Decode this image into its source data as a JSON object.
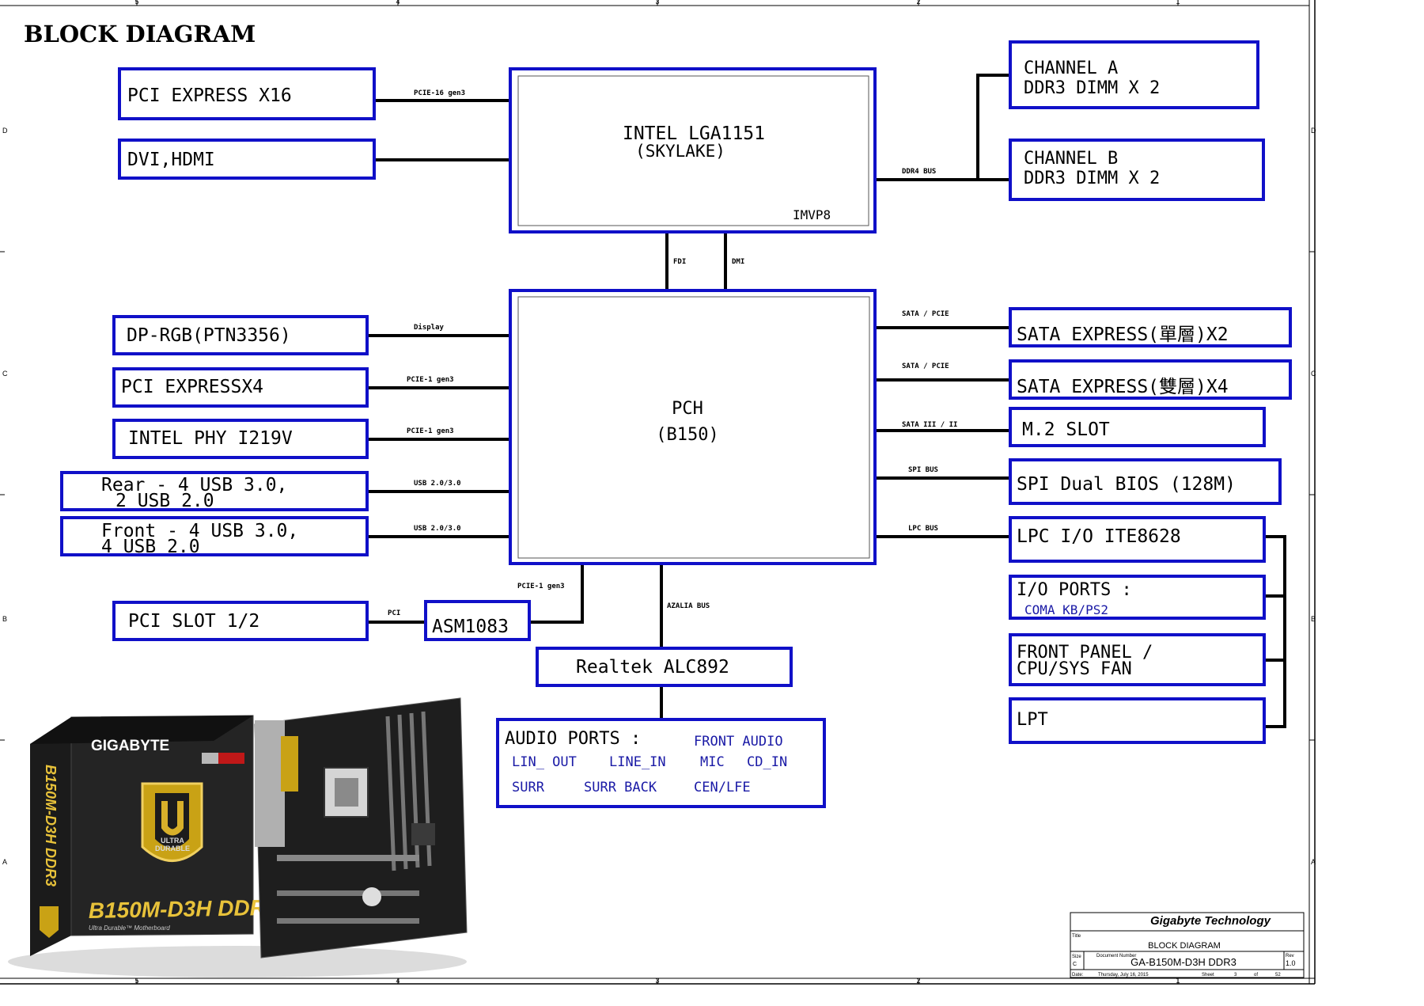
{
  "title": "BLOCK DIAGRAM",
  "colors": {
    "box_border": "#1010c8",
    "wire": "#000000",
    "accent_text": "#1a1aa6"
  },
  "cpu": {
    "name": "INTEL LGA1151",
    "codename": "(SKYLAKE)",
    "vr": "IMVP8"
  },
  "pch": {
    "name": "PCH",
    "model": "(B150)"
  },
  "left_top": {
    "pcie16": "PCI EXPRESS X16",
    "pcie16_bus": "PCIE-16 gen3",
    "display": "DVI,HDMI"
  },
  "memory": {
    "channel_a_line1": "CHANNEL A",
    "channel_a_line2": "DDR3  DIMM X 2",
    "channel_b_line1": "CHANNEL B",
    "channel_b_line2": "DDR3 DIMM X 2",
    "bus": "DDR4 BUS"
  },
  "cpu_pch_links": {
    "fdi": "FDI",
    "dmi": "DMI"
  },
  "left_pch": {
    "dp_rgb": "DP-RGB(PTN3356)",
    "dp_bus": "Display",
    "pcie_x4": "PCI EXPRESSX4",
    "pcie_x4_bus": "PCIE-1 gen3",
    "phy": "INTEL PHY I219V",
    "phy_bus": "PCIE-1 gen3",
    "rear_usb_line1": "Rear - 4 USB 3.0,",
    "rear_usb_line2": "2 USB 2.0",
    "rear_bus": "USB 2.0/3.0",
    "front_usb_line1": "Front - 4 USB 3.0,",
    "front_usb_line2": "4 USB 2.0",
    "front_bus": "USB 2.0/3.0",
    "pci_slot": "PCI SLOT 1/2",
    "pci_bus": "PCI",
    "bridge": "ASM1083",
    "bridge_bus": "PCIE-1 gen3"
  },
  "right_pch": {
    "sata_exp_single": "SATA EXPRESS(單層)X2",
    "sata_exp_single_bus": "SATA / PCIE",
    "sata_exp_double": "SATA EXPRESS(雙層)X4",
    "sata_exp_double_bus": "SATA / PCIE",
    "m2": "M.2 SLOT",
    "m2_bus": "SATA III / II",
    "bios": "SPI Dual BIOS (128M)",
    "bios_bus": "SPI BUS",
    "lpc_io": "LPC I/O ITE8628",
    "lpc_bus": "LPC BUS",
    "io_ports_line1": "I/O PORTS :",
    "io_ports_line2": "COMA  KB/PS2",
    "front_panel_line1": "FRONT PANEL /",
    "front_panel_line2": "CPU/SYS FAN",
    "lpt": "LPT"
  },
  "audio": {
    "codec": "Realtek ALC892",
    "bus": "AZALIA BUS",
    "ports_label": "AUDIO PORTS :",
    "front_audio": "FRONT AUDIO",
    "lin_out": "LIN_ OUT",
    "line_in": "LINE_IN",
    "mic": "MIC",
    "cd_in": "CD_IN",
    "surr": "SURR",
    "surr_back": "SURR BACK",
    "cen_lfe": "CEN/LFE"
  },
  "product": {
    "brand": "GIGABYTE",
    "model": "B150M-D3H DDR3",
    "badge_line1": "ULTRA",
    "badge_line2": "DURABLE",
    "tagline": "Ultra Durable™ Motherboard"
  },
  "title_block": {
    "company": "Gigabyte Technology",
    "title_label": "Title",
    "title": "BLOCK DIAGRAM",
    "size_label": "Size",
    "size": "C",
    "docnum_label": "Document Number",
    "docnum": "GA-B150M-D3H DDR3",
    "rev_label": "Rev",
    "rev": "1.0",
    "date_label": "Date:",
    "date": "Thursday, July 16, 2015",
    "sheet_label": "Sheet",
    "sheet": "3",
    "of_label": "of",
    "total": "52"
  },
  "frame": {
    "col_labels": [
      "5",
      "4",
      "3",
      "2",
      "1"
    ],
    "row_labels": [
      "D",
      "C",
      "B",
      "A"
    ]
  }
}
